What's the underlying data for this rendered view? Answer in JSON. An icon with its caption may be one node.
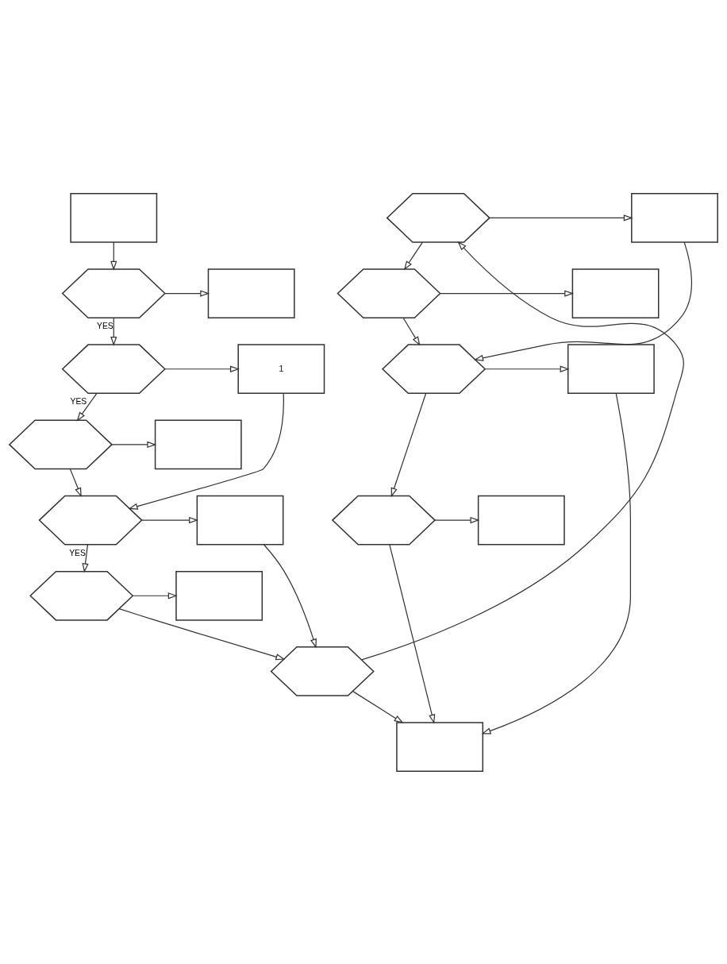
{
  "diagram": {
    "nodes": [
      {
        "text": [],
        "shape": "box"
      },
      {
        "text": [],
        "shape": "hexagon"
      },
      {
        "text": [],
        "shape": "box"
      },
      {
        "text": [],
        "shape": "hexagon"
      },
      {
        "text": [
          "1"
        ]
      },
      {
        "text": [],
        "shape": "hexagon"
      },
      {
        "text": [],
        "shape": "box"
      },
      {
        "text": [],
        "shape": "hexagon"
      },
      {
        "text": [],
        "shape": "box"
      },
      {
        "text": [],
        "shape": "hexagon"
      },
      {
        "text": [],
        "shape": "box"
      },
      {
        "text": [],
        "shape": "hexagon"
      },
      {
        "text": [],
        "shape": "hexagon"
      },
      {
        "text": [],
        "shape": "box"
      },
      {
        "text": [],
        "shape": "hexagon"
      },
      {
        "text": [],
        "shape": "box"
      },
      {
        "text": [],
        "shape": "hexagon"
      },
      {
        "text": [],
        "shape": "box"
      },
      {
        "text": [],
        "shape": "hexagon"
      },
      {
        "text": [],
        "shape": "box"
      },
      {
        "text": [],
        "shape": "box"
      }
    ],
    "edges": [
      {
        "from": 0,
        "to": 1,
        "arrow": "to"
      },
      {
        "from": 1,
        "to": 2,
        "arrow": "to"
      },
      {
        "from": 1,
        "to": 3,
        "arrow": "to",
        "label": "YES"
      },
      {
        "from": 3,
        "to": 4,
        "arrow": "to"
      },
      {
        "from": 3,
        "to": 5,
        "arrow": "to",
        "label": "YES"
      },
      {
        "from": 5,
        "to": 6,
        "arrow": "to"
      },
      {
        "from": 4,
        "to": 7,
        "arrow": "to"
      },
      {
        "from": 5,
        "to": 7,
        "arrow": "to"
      },
      {
        "from": 7,
        "to": 8,
        "arrow": "to"
      },
      {
        "from": 7,
        "to": 9,
        "arrow": "to",
        "label": "YES"
      },
      {
        "from": 9,
        "to": 10,
        "arrow": "to"
      },
      {
        "from": 8,
        "to": 11,
        "arrow": "to"
      },
      {
        "from": 9,
        "to": 11,
        "arrow": "to"
      },
      {
        "from": 11,
        "to": 12,
        "arrow": "to"
      },
      {
        "from": 11,
        "to": 20,
        "arrow": "to"
      },
      {
        "from": 12,
        "to": 13,
        "arrow": "to"
      },
      {
        "from": 12,
        "to": 14,
        "arrow": "to"
      },
      {
        "from": 14,
        "to": 15,
        "arrow": "to"
      },
      {
        "from": 13,
        "to": 16,
        "arrow": "to"
      },
      {
        "from": 14,
        "to": 16,
        "arrow": "to"
      },
      {
        "from": 16,
        "to": 17,
        "arrow": "to"
      },
      {
        "from": 16,
        "to": 18,
        "arrow": "to"
      },
      {
        "from": 18,
        "to": 19,
        "arrow": "to"
      },
      {
        "from": 17,
        "to": 20,
        "arrow": "to"
      },
      {
        "from": 18,
        "to": 20,
        "arrow": "to"
      }
    ]
  }
}
